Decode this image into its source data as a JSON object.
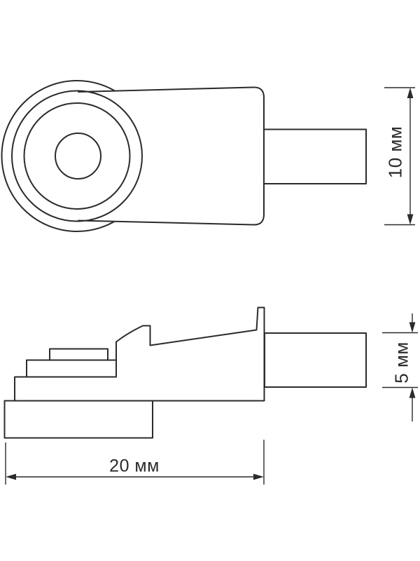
{
  "drawing": {
    "kind": "technical-drawing",
    "views": {
      "top_view": "shelf-support-top-view",
      "side_view": "shelf-support-side-view"
    },
    "colors": {
      "line": "#2b2b2b",
      "background": "#ffffff"
    },
    "dimension_labels": {
      "overall_height": "10 мм",
      "shaft_thickness": "5 мм",
      "overall_length": "20 мм"
    }
  }
}
